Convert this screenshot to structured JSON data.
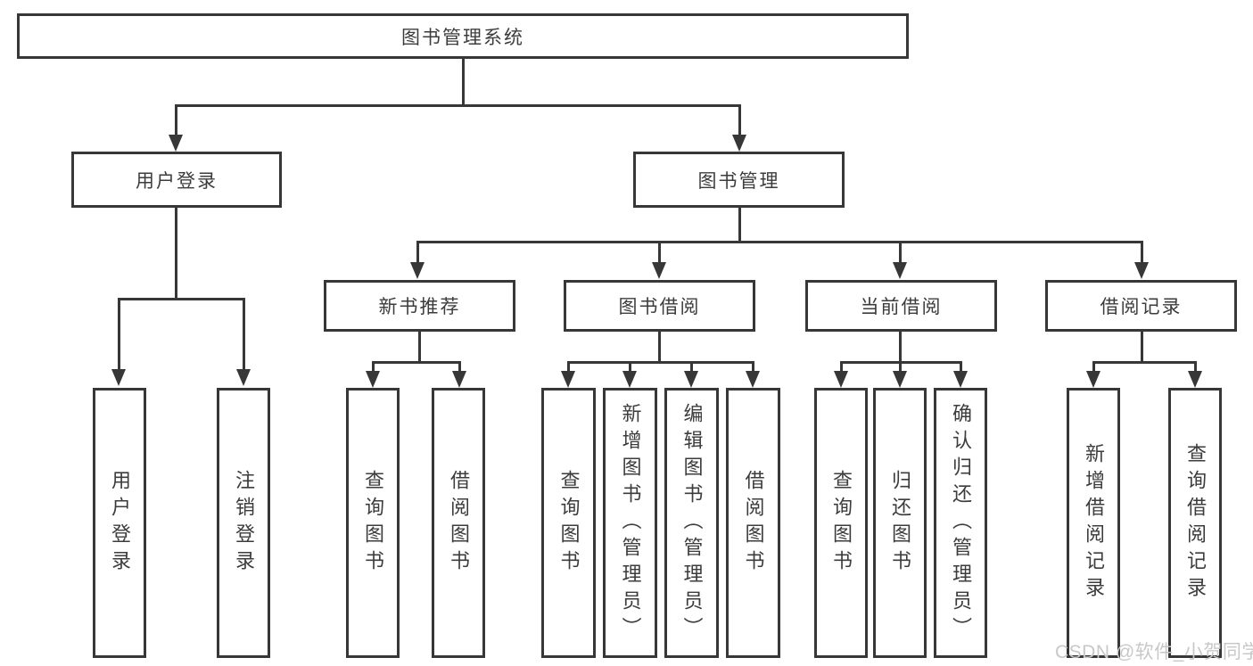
{
  "colors": {
    "line": "#373737",
    "text": "#3c3c3c",
    "background": "#ffffff",
    "watermark_text_color": "#c8c8c8"
  },
  "watermark": "CSDN @软件_小贺同学",
  "tree": {
    "root": {
      "label": "图书管理系统"
    },
    "branches": [
      {
        "label": "用户登录",
        "children": [
          {
            "label": "用户登录"
          },
          {
            "label": "注销登录"
          }
        ]
      },
      {
        "label": "图书管理",
        "children": [
          {
            "label": "新书推荐",
            "children": [
              {
                "label": "查询图书"
              },
              {
                "label": "借阅图书"
              }
            ]
          },
          {
            "label": "图书借阅",
            "children": [
              {
                "label": "查询图书"
              },
              {
                "label": "新增图书（管理员）"
              },
              {
                "label": "编辑图书（管理员）"
              },
              {
                "label": "借阅图书"
              }
            ]
          },
          {
            "label": "当前借阅",
            "children": [
              {
                "label": "查询图书"
              },
              {
                "label": "归还图书"
              },
              {
                "label": "确认归还（管理员）"
              }
            ]
          },
          {
            "label": "借阅记录",
            "children": [
              {
                "label": "新增借阅记录"
              },
              {
                "label": "查询借阅记录"
              }
            ]
          }
        ]
      }
    ]
  }
}
